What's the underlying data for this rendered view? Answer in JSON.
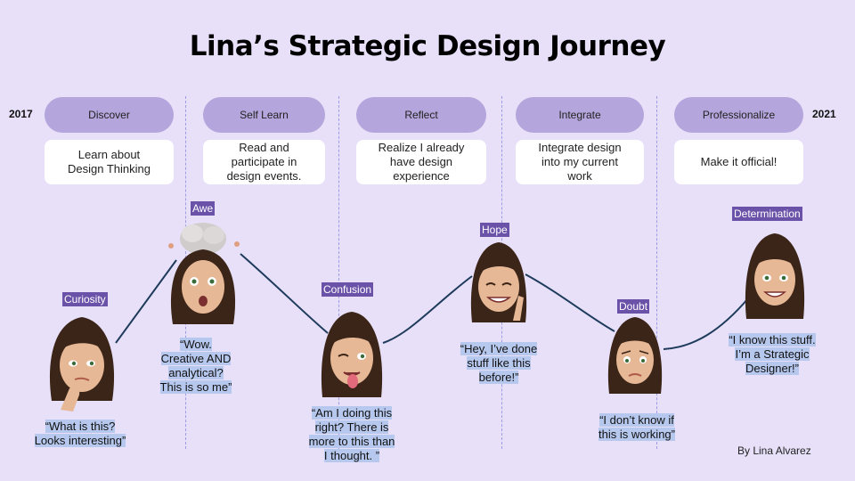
{
  "title": "Lina’s Strategic Design Journey",
  "years": {
    "start": "2017",
    "end": "2021"
  },
  "stages": [
    {
      "label": "Discover",
      "description": "Learn about\nDesign Thinking"
    },
    {
      "label": "Self Learn",
      "description": "Read and\nparticipate in\ndesign events."
    },
    {
      "label": "Reflect",
      "description": "Realize I already\nhave design\nexperience"
    },
    {
      "label": "Integrate",
      "description": "Integrate design\ninto my current\nwork"
    },
    {
      "label": "Professionalize",
      "description": "Make it official!"
    }
  ],
  "emotions": [
    {
      "label": "Curiosity",
      "quote": "“What is this?\nLooks interesting”"
    },
    {
      "label": "Awe",
      "quote": "“Wow.\nCreative AND\nanalytical?\nThis is so me”"
    },
    {
      "label": "Confusion",
      "quote": "“Am I doing this\nright? There is\nmore to this than\nI thought. ”"
    },
    {
      "label": "Hope",
      "quote": "“Hey, I’ve done\nstuff like this\nbefore!”"
    },
    {
      "label": "Doubt",
      "quote": "“I don’t know if\nthis is working”"
    },
    {
      "label": "Determination",
      "quote": "“I know this stuff.\nI’m a Strategic\nDesigner!”"
    }
  ],
  "credit": "By Lina Alvarez",
  "colors": {
    "background": "#e7e0f8",
    "stage_pill": "#b4a5dc",
    "emotion_tag": "#6a52a8",
    "quote_highlight": "#b7c8ee",
    "curve": "#1f3b5c"
  },
  "icons": [
    "memoji-curious-face",
    "memoji-mind-blown-face",
    "memoji-tongue-wink-face",
    "memoji-fingers-crossed-face",
    "memoji-worried-face",
    "memoji-smiling-face"
  ]
}
